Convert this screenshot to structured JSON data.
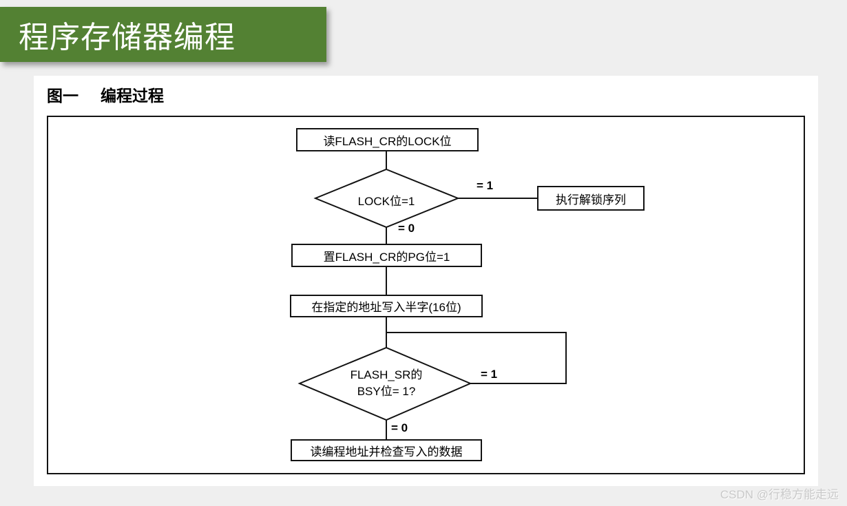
{
  "banner": {
    "title": "程序存储器编程"
  },
  "caption": {
    "label": "图一",
    "title": "编程过程"
  },
  "flowchart": {
    "nodes": {
      "read_lock": {
        "label": "读FLASH_CR的LOCK位"
      },
      "lock_decision": {
        "label": "LOCK位=1"
      },
      "unlock": {
        "label": "执行解锁序列"
      },
      "set_pg": {
        "label": "置FLASH_CR的PG位=1"
      },
      "write_halfword": {
        "label": "在指定的地址写入半字(16位)"
      },
      "bsy_decision": {
        "line1": "FLASH_SR的",
        "line2": "BSY位= 1?"
      },
      "verify": {
        "label": "读编程地址并检查写入的数据"
      }
    },
    "edge_labels": {
      "lock_eq1": "= 1",
      "lock_eq0": "= 0",
      "bsy_eq1": "= 1",
      "bsy_eq0": "= 0"
    }
  },
  "watermark": "CSDN @行稳方能走远",
  "colors": {
    "banner_green": "#538133",
    "page_bg": "#efefef",
    "stroke_black": "#121212",
    "watermark_gray": "#c9c9c9"
  }
}
